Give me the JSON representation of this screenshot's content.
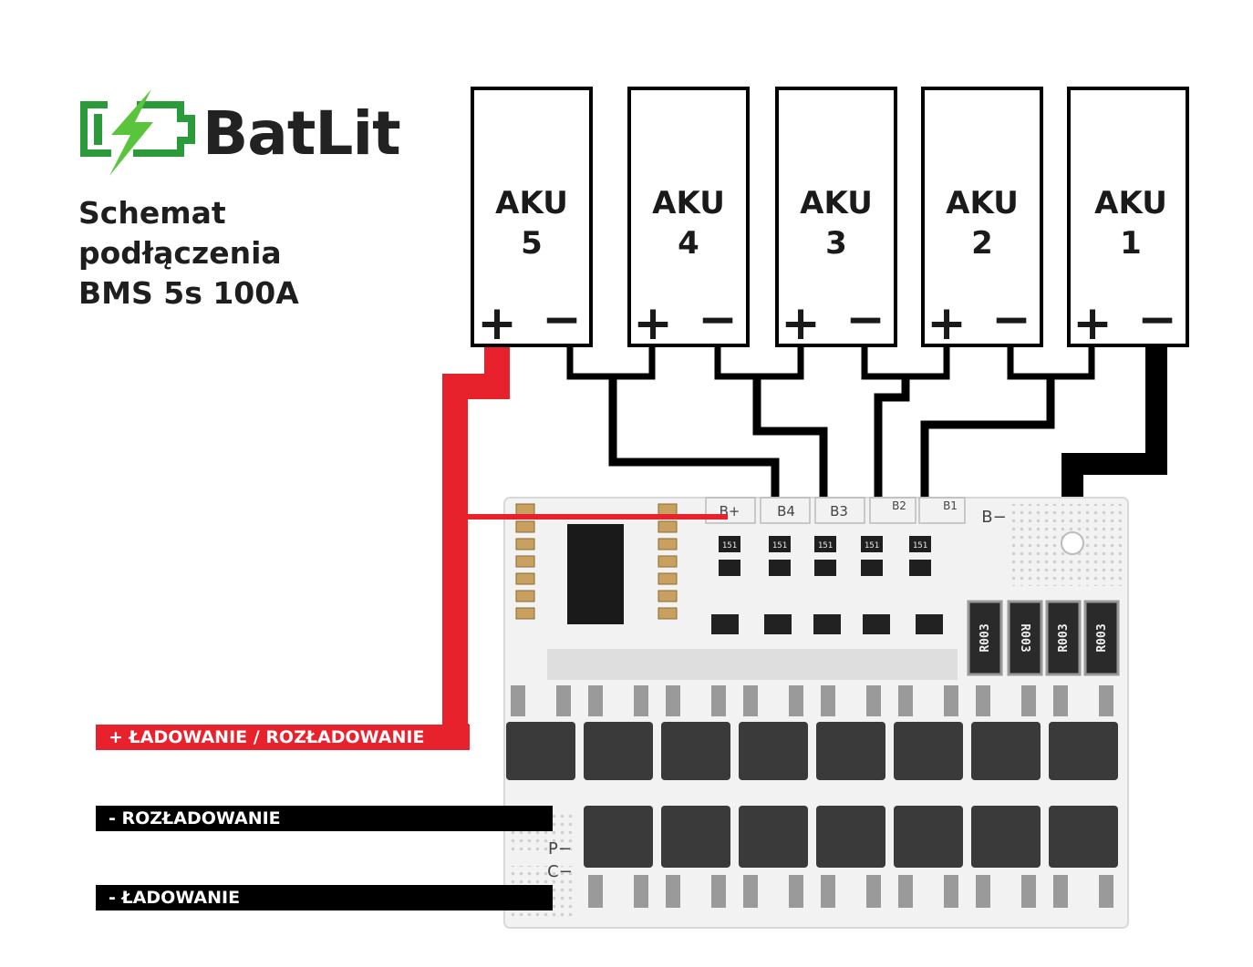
{
  "brand": {
    "name": "BatLit"
  },
  "title_lines": [
    "Schemat",
    "podłączenia",
    "BMS 5s 100A"
  ],
  "batteries": [
    {
      "label": "AKU",
      "number": "5",
      "plus": "+",
      "minus": "−"
    },
    {
      "label": "AKU",
      "number": "4",
      "plus": "+",
      "minus": "−"
    },
    {
      "label": "AKU",
      "number": "3",
      "plus": "+",
      "minus": "−"
    },
    {
      "label": "AKU",
      "number": "2",
      "plus": "+",
      "minus": "−"
    },
    {
      "label": "AKU",
      "number": "1",
      "plus": "+",
      "minus": "−"
    }
  ],
  "board": {
    "pads": [
      "B+",
      "B4",
      "B3",
      "B2",
      "B1"
    ],
    "bminus": "B−",
    "pminus": "P−",
    "cminus": "C−",
    "resistor_code": "151",
    "shunt_code": "R003"
  },
  "labels": {
    "charge_discharge": "+ ŁADOWANIE / ROZŁADOWANIE",
    "discharge": "- ROZŁADOWANIE",
    "charge": "- ŁADOWANIE"
  },
  "colors": {
    "positive_wire": "#e8222d",
    "wire": "#000000",
    "brand_green": "#2a9a3a",
    "bolt_green": "#5ac43c"
  }
}
